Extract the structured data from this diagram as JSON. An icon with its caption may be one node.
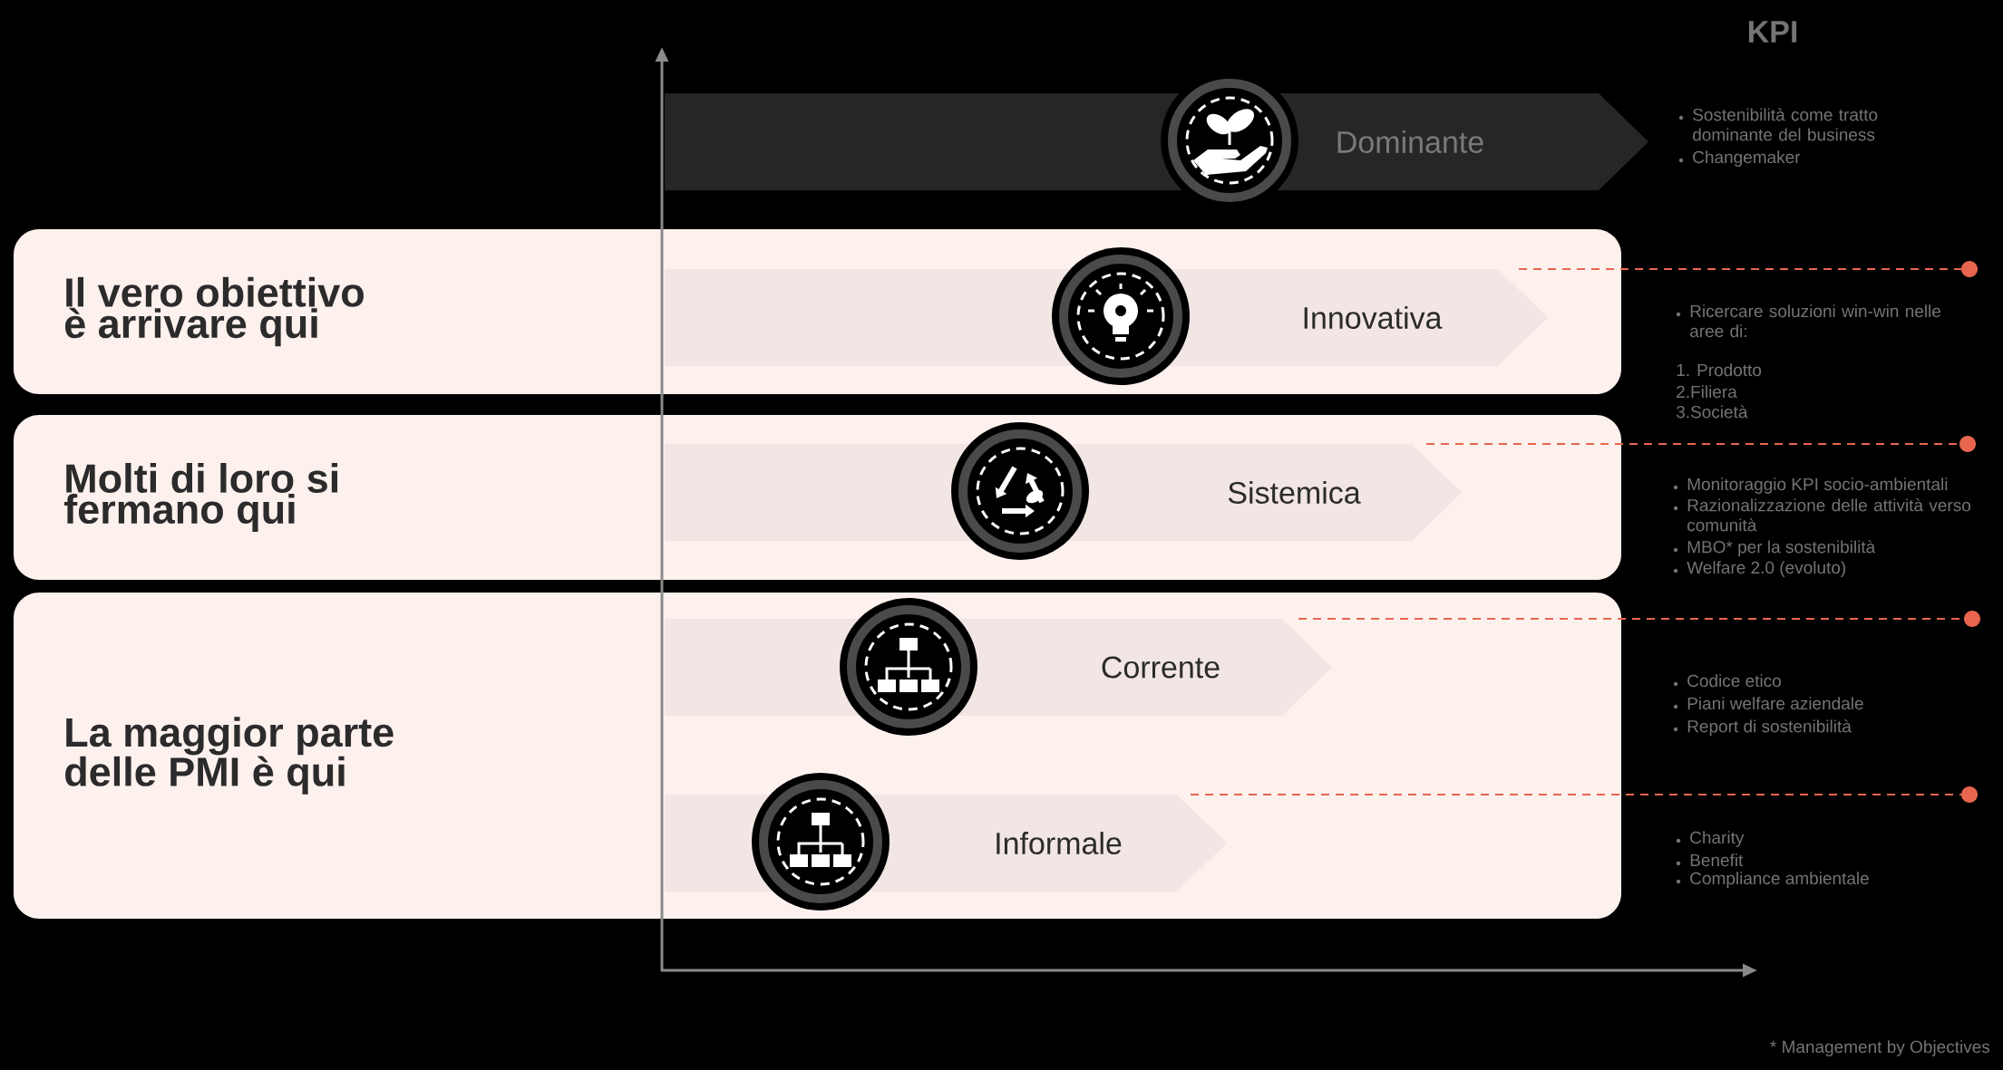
{
  "diagram": {
    "nodes": [
      {
        "text": [
          "Dominante"
        ]
      },
      {
        "text": [
          "Il vero obiettivo è arrivare qui"
        ]
      },
      {
        "text": [
          "Innovativa"
        ],
        "in": 1
      },
      {
        "text": [
          "Molti di loro si fermano qui"
        ]
      },
      {
        "text": [
          "Sistemica"
        ],
        "in": 3
      },
      {
        "text": [
          "La maggior parte delle PMI è qui"
        ]
      },
      {
        "text": [
          "Corrente"
        ],
        "in": 5
      },
      {
        "text": [
          "Informale"
        ],
        "in": 5
      }
    ],
    "labels": [
      "KPI",
      "Sostenibilità come tratto dominante del business",
      "Changemaker",
      "Ricercare soluzioni win-win nelle aree di:",
      "1. Prodotto",
      "2.Filiera",
      "3.Società",
      "Monitoraggio KPI socio-ambientali",
      "Razionalizzazione delle attività verso comunità",
      "MBO* per la sostenibilità",
      "Welfare 2.0 (evoluto)",
      "Codice etico",
      "Piani welfare aziendale",
      "Report di sostenibilità",
      "Charity",
      "Benefit",
      "Compliance ambientale",
      "* Management by Objectives"
    ]
  }
}
